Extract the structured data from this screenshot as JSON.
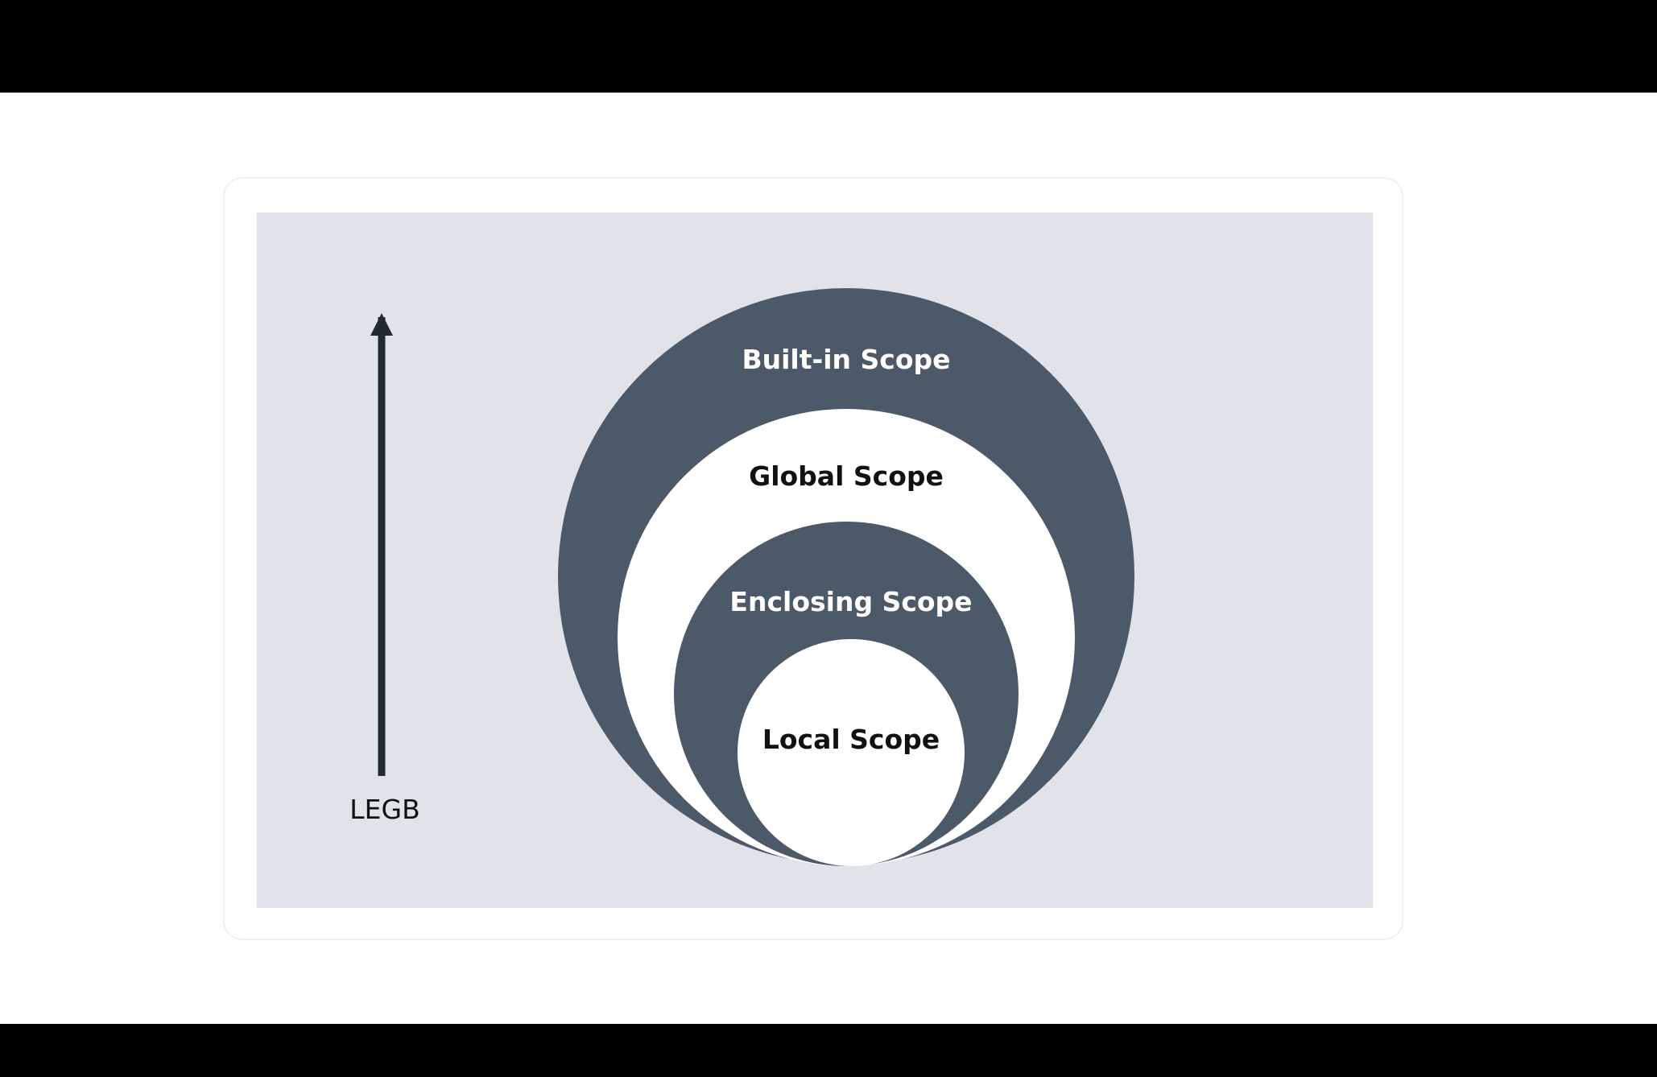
{
  "colors": {
    "background_bar": "#000000",
    "stage": "#ffffff",
    "panel": "#e0e3ea",
    "dark_ring": "#4c5968",
    "light_ring": "#ffffff",
    "arrow": "#1f2a33",
    "text_on_dark": "#ffffff",
    "text_on_light": "#111111"
  },
  "arrow": {
    "label": "LEGB",
    "direction": "up"
  },
  "scopes": [
    {
      "label": "Built-in Scope"
    },
    {
      "label": "Global Scope"
    },
    {
      "label": "Enclosing Scope"
    },
    {
      "label": "Local Scope"
    }
  ]
}
